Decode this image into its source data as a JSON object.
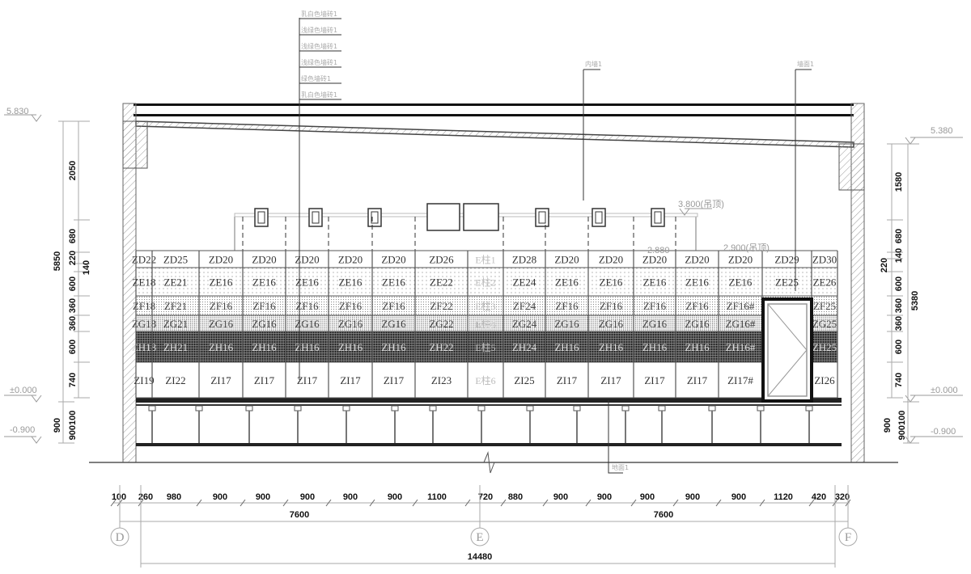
{
  "material_callouts": [
    "乳白色墙砖1",
    "浅绿色墙砖1",
    "浅绿色墙砖1",
    "浅绿色墙砖1",
    "绿色墙砖1",
    "乳白色墙砖1"
  ],
  "ceiling_callout": "内墙1",
  "wall_callout": "墙面1",
  "floor_callout": "地面1",
  "levels": {
    "left_top": "5.830",
    "left_zero": "±0.000",
    "left_bottom": "-0.900",
    "right_top": "5.380",
    "right_zero": "±0.000",
    "right_bottom": "-0.900",
    "ceiling": "3.800(吊顶)",
    "beam": "2.880",
    "ceiling2": "2.900(吊顶)"
  },
  "left_dims": {
    "total": "5850",
    "below": "900",
    "chain": [
      "2050",
      "680",
      "220",
      "140",
      "600",
      "360",
      "360",
      "600",
      "740",
      "900",
      "100"
    ]
  },
  "right_dims": {
    "total": "5380",
    "below": "900",
    "chain": [
      "1580",
      "680",
      "140",
      "220",
      "600",
      "360",
      "360",
      "600",
      "740",
      "900",
      "100"
    ]
  },
  "bottom_dims": {
    "chain": [
      "100",
      "260",
      "980",
      "900",
      "900",
      "900",
      "900",
      "900",
      "1100",
      "720",
      "880",
      "900",
      "900",
      "900",
      "900",
      "900",
      "1120",
      "420",
      "320"
    ],
    "span_left": "7600",
    "span_right": "7600",
    "total": "14480"
  },
  "axes": [
    "D",
    "E",
    "F"
  ],
  "tile_columns": [
    [
      "ZD22",
      "ZE18",
      "ZF18",
      "ZG18",
      "ZH18",
      "ZI19"
    ],
    [
      "ZD25",
      "ZE21",
      "ZF21",
      "ZG21",
      "ZH21",
      "ZI22"
    ],
    [
      "ZD20",
      "ZE16",
      "ZF16",
      "ZG16",
      "ZH16",
      "ZI17"
    ],
    [
      "ZD20",
      "ZE16",
      "ZF16",
      "ZG16",
      "ZH16",
      "ZI17"
    ],
    [
      "ZD20",
      "ZE16",
      "ZF16",
      "ZG16",
      "ZH16",
      "ZI17"
    ],
    [
      "ZD20",
      "ZE16",
      "ZF16",
      "ZG16",
      "ZH16",
      "ZI17"
    ],
    [
      "ZD20",
      "ZE16",
      "ZF16",
      "ZG16",
      "ZH16",
      "ZI17"
    ],
    [
      "ZD26",
      "ZE22",
      "ZF22",
      "ZG22",
      "ZH22",
      "ZI23"
    ],
    [
      "E柱1",
      "E柱2",
      "E柱3",
      "E柱4",
      "E柱5",
      "E柱6"
    ],
    [
      "ZD28",
      "ZE24",
      "ZF24",
      "ZG24",
      "ZH24",
      "ZI25"
    ],
    [
      "ZD20",
      "ZE16",
      "ZF16",
      "ZG16",
      "ZH16",
      "ZI17"
    ],
    [
      "ZD20",
      "ZE16",
      "ZF16",
      "ZG16",
      "ZH16",
      "ZI17"
    ],
    [
      "ZD20",
      "ZE16",
      "ZF16",
      "ZG16",
      "ZH16",
      "ZI17"
    ],
    [
      "ZD20",
      "ZE16",
      "ZF16",
      "ZG16",
      "ZH16",
      "ZI17"
    ],
    [
      "ZD20",
      "ZE16",
      "ZF16#",
      "ZG16#",
      "ZH16#",
      "ZI17#"
    ],
    [
      "ZD29",
      "ZE25",
      "",
      "",
      "",
      ""
    ],
    [
      "ZD30",
      "ZE26",
      "ZF25",
      "ZG25",
      "ZH25",
      "ZI26"
    ]
  ]
}
